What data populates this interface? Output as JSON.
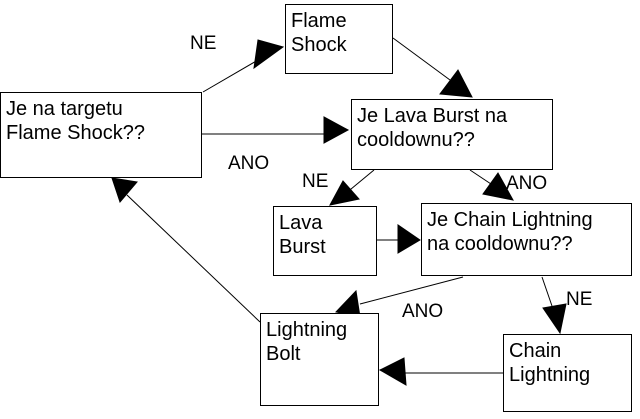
{
  "nodes": {
    "flame_shock": "Flame\nShock",
    "target_check": "Je na targetu\nFlame Shock??",
    "lava_cd": "Je Lava Burst na\ncooldownu??",
    "lava_burst": "Lava\nBurst",
    "chain_cd": "Je Chain Lightning\nna cooldownu??",
    "lightning_bolt": "Lightning\nBolt",
    "chain_lightning": "Chain\nLightning"
  },
  "labels": {
    "ne_1": "NE",
    "ano_1": "ANO",
    "ne_2": "NE",
    "ano_2": "ANO",
    "ano_3": "ANO",
    "ne_3": "NE"
  },
  "colors": {
    "line": "#000000",
    "background": "#ffffff"
  }
}
